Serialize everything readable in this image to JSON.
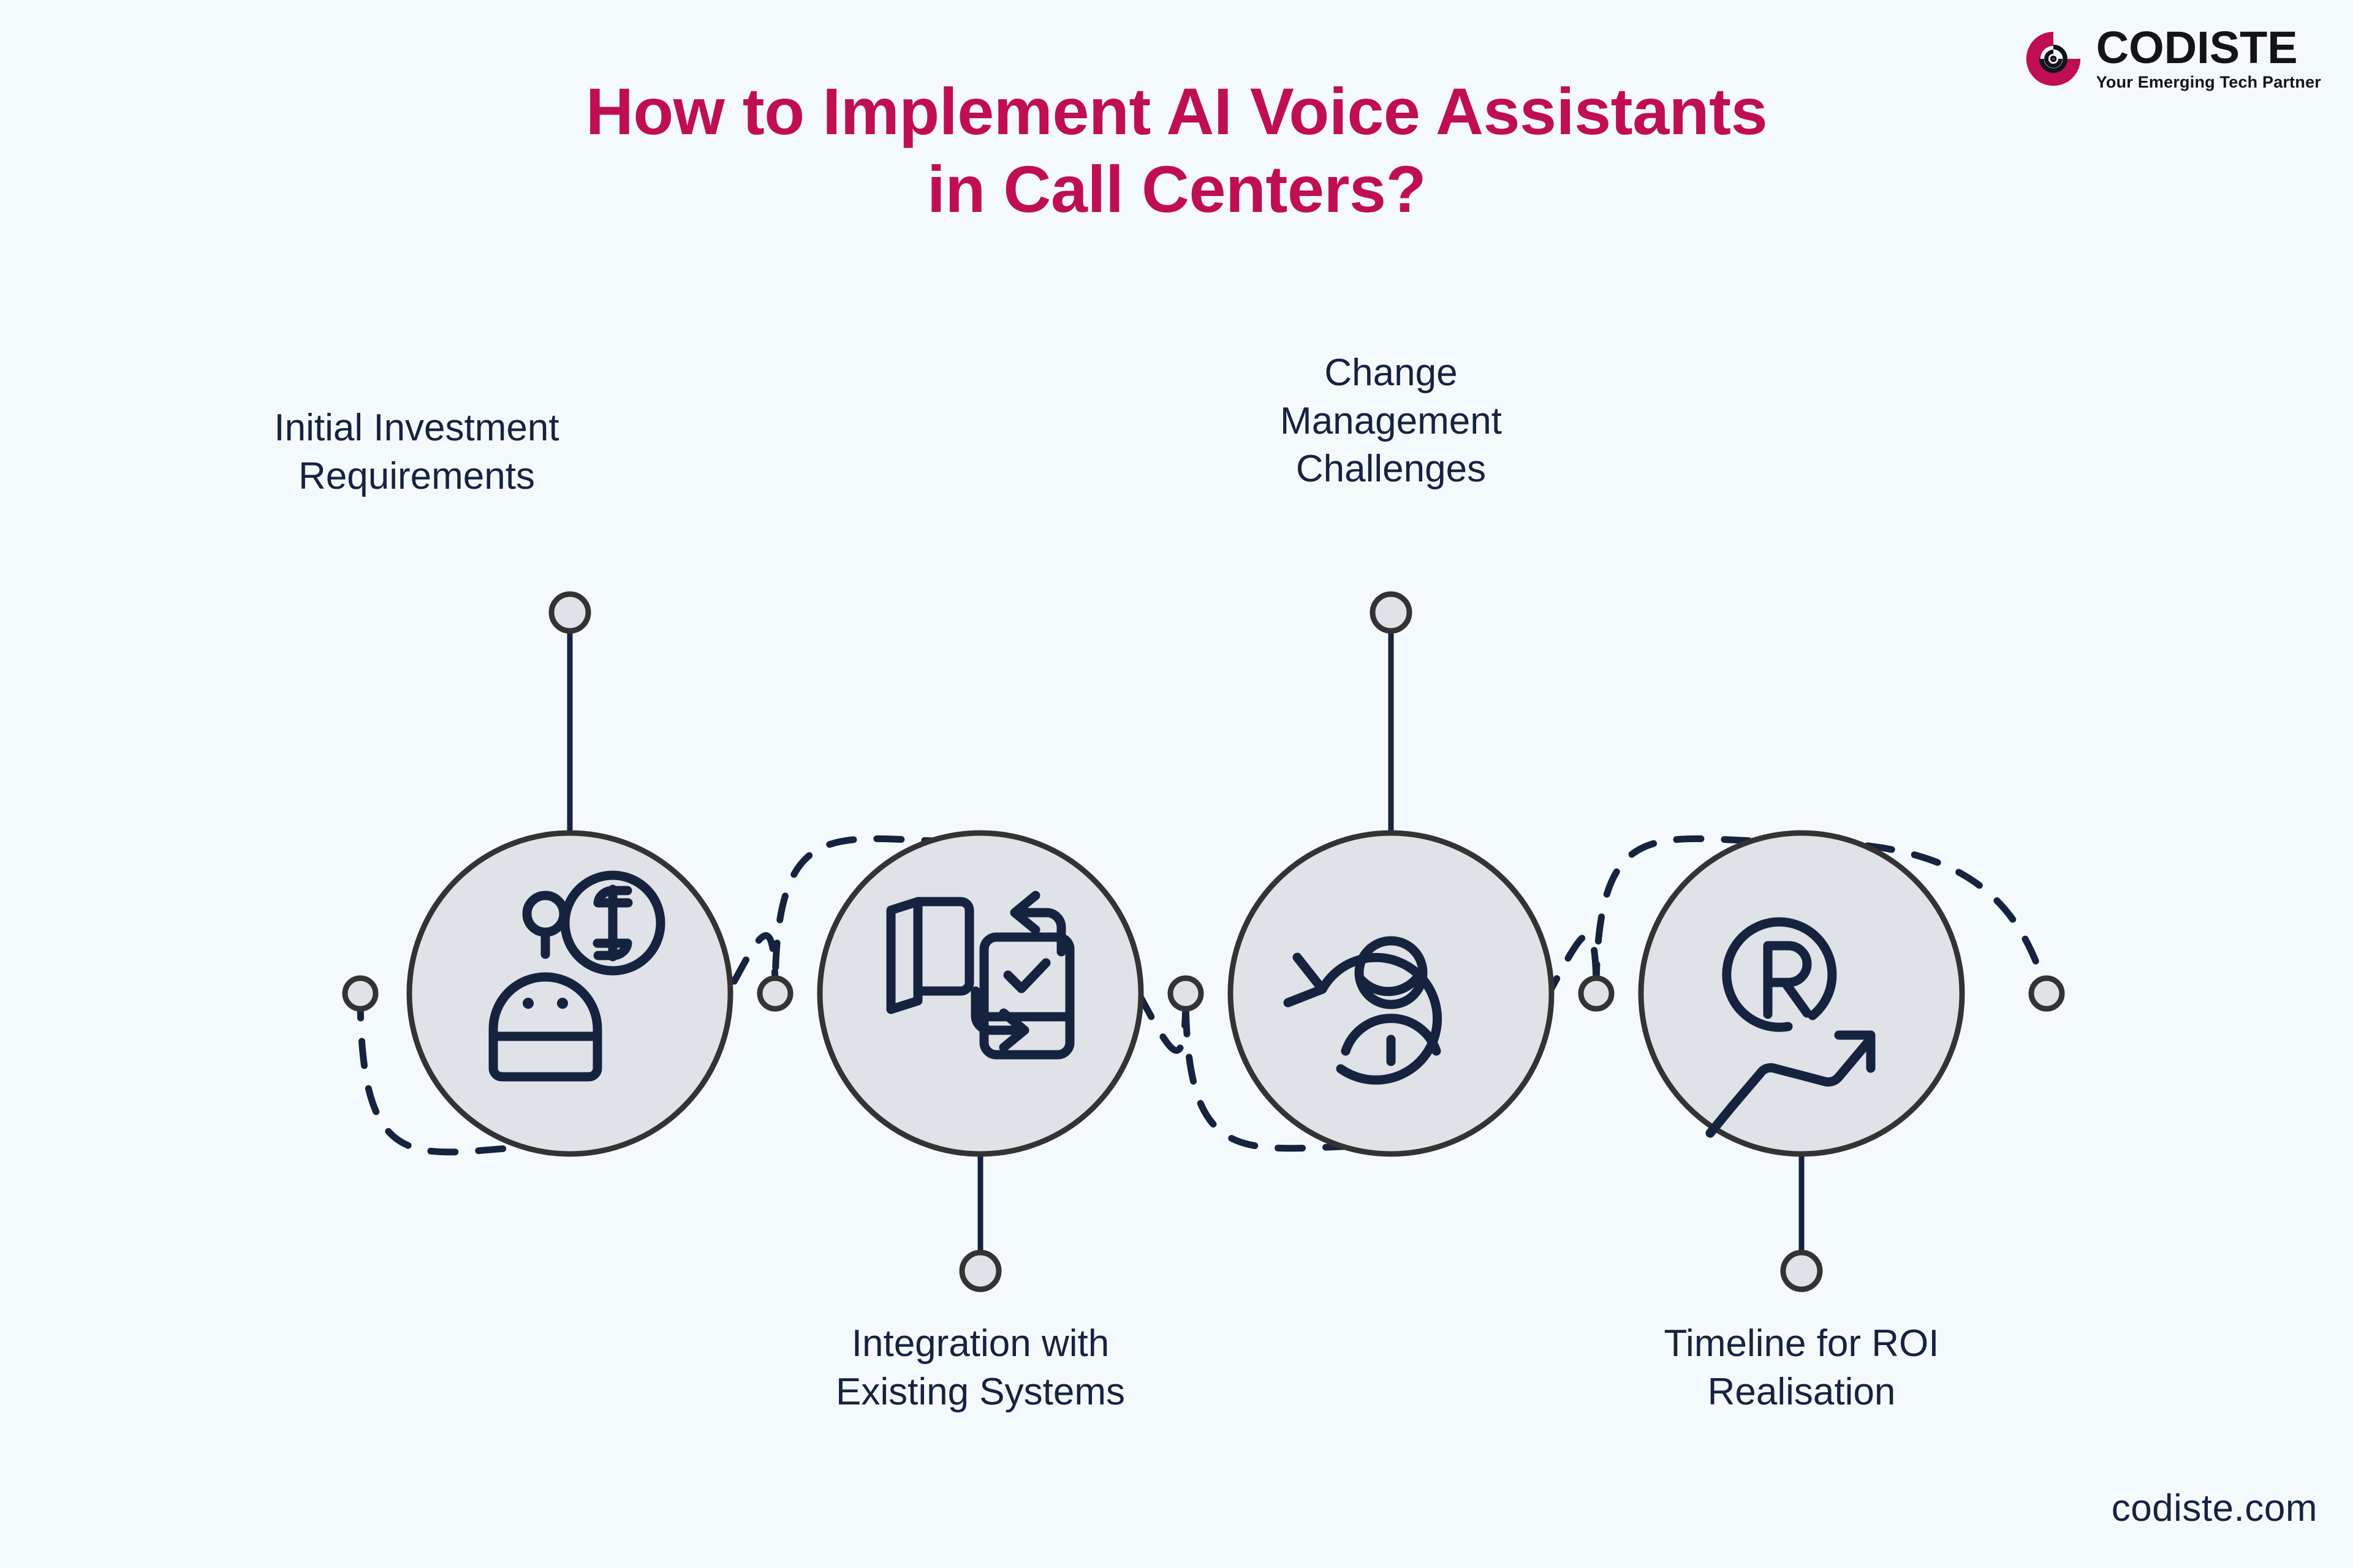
{
  "page": {
    "background_color": "#f4f9fc",
    "accent_color": "#bf0f52",
    "navy_color": "#16233f",
    "circle_fill": "#dfe3e7",
    "circle_stroke": "#333333"
  },
  "header": {
    "title_line_1": "How to Implement AI Voice Assistants",
    "title_line_2": "in Call Centers?"
  },
  "logo": {
    "name": "CODISTE",
    "tagline": "Your Emerging Tech Partner",
    "mark": "codiste-spiral-c-icon"
  },
  "diagram": {
    "type": "4-step zigzag process flow with dashed S-curve connector",
    "nodes": [
      {
        "index": 1,
        "label_lines": [
          "Initial Investment",
          "Requirements"
        ],
        "label_position": "above",
        "icon": "robot-head-with-dollar-coin-icon"
      },
      {
        "index": 2,
        "label_lines": [
          "Integration with",
          "Existing Systems"
        ],
        "label_position": "below",
        "icon": "folder-exchange-arrows-phone-check-icon"
      },
      {
        "index": 3,
        "label_lines": [
          "Change",
          "Management",
          "Challenges"
        ],
        "label_position": "above",
        "icon": "person-inside-circular-change-arrow-icon"
      },
      {
        "index": 4,
        "label_lines": [
          "Timeline for ROI",
          "Realisation"
        ],
        "label_position": "below",
        "icon": "circled-r-with-rising-trend-arrow-icon"
      }
    ],
    "connector_dots": 5
  },
  "footer": {
    "url": "codiste.com"
  }
}
